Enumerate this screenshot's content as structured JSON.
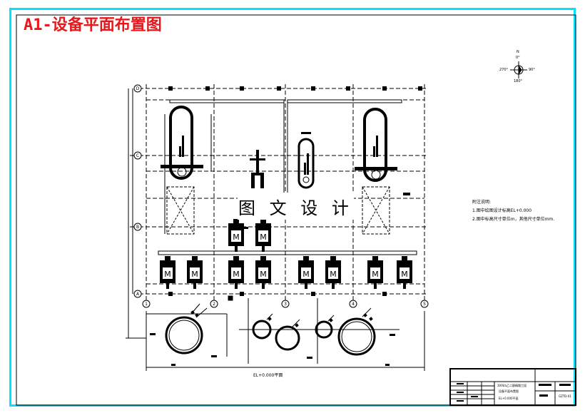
{
  "title": "A1-设备平面布置图",
  "watermark": "图 文 设 计",
  "compass": {
    "north": "N",
    "zero": "0°",
    "left": "270°",
    "right": "90°",
    "bottom": "180°"
  },
  "notes": {
    "heading": "附注说明:",
    "lines": [
      "1.图中绘图设计标高EL+0.000",
      "2.图中标高尺寸单位m，其他尺寸单位mm."
    ]
  },
  "plan_label": "EL+0.000平面",
  "axis_numbers": [
    "1",
    "2",
    "3",
    "4",
    "5"
  ],
  "axis_letters": [
    "D",
    "C",
    "B",
    "A"
  ],
  "motor_glyph": "M",
  "title_block": {
    "project": "300t/a乙二醇精馏工段",
    "drawing": "设备平面布置图",
    "elevation": "EL+0.000平面",
    "code": "GZTD-01"
  },
  "colors": {
    "frame": "#00e5ff",
    "title": "#e8171c",
    "ink": "#000000"
  }
}
